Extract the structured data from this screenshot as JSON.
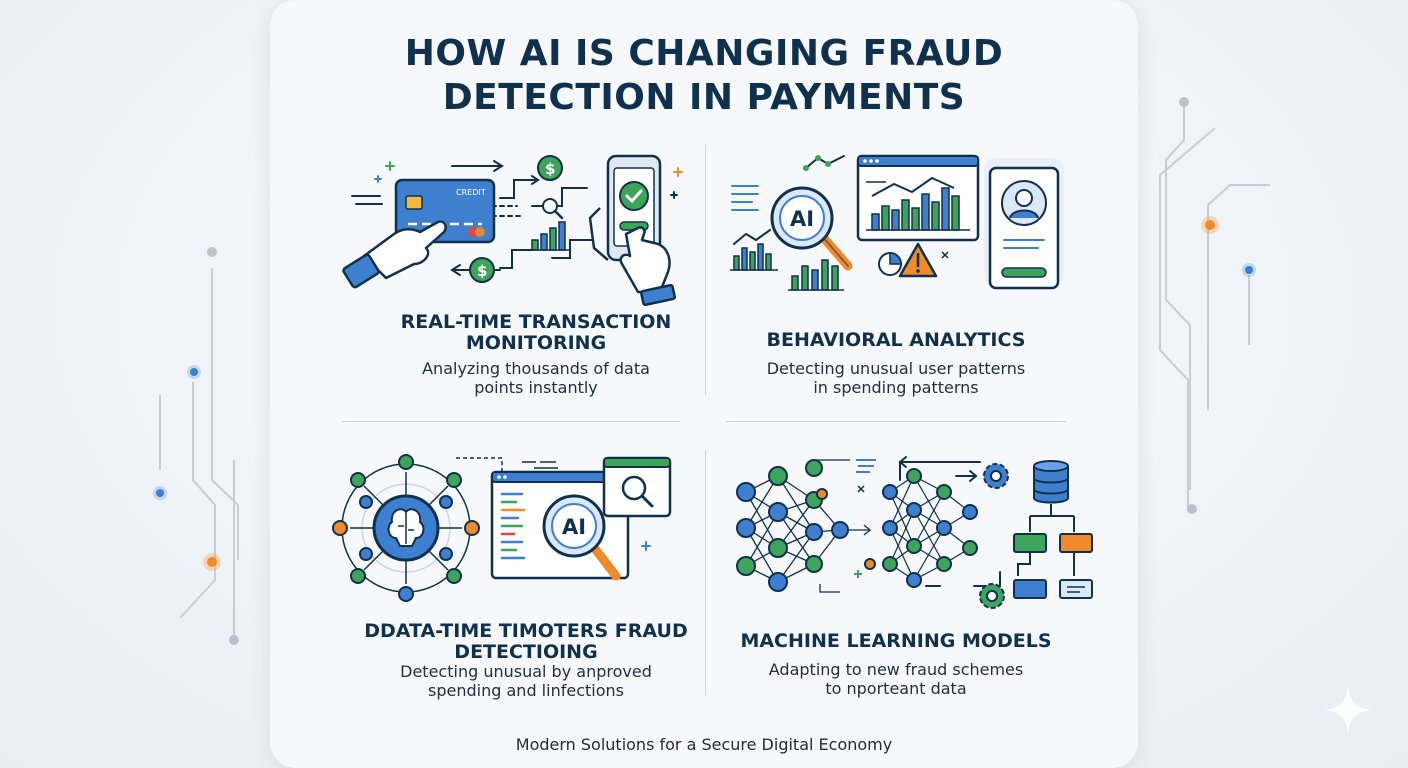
{
  "title": {
    "line1": "HOW AI IS CHANGING FRAUD",
    "line2": "DETECTION IN PAYMENTS"
  },
  "quadrants": [
    {
      "title_lines": [
        "REAL-TIME TRANSACTION",
        "MONITORING"
      ],
      "desc_lines": [
        "Analyzing thousands of data",
        "points instantly"
      ],
      "card_text": "CREDIT",
      "icons": [
        "credit-card-icon",
        "smartphone-icon",
        "dollar-coin-icon",
        "magnifier-icon",
        "checkmark-icon",
        "hand-icon",
        "bar-chart-icon"
      ]
    },
    {
      "title_lines": [
        "BEHAVIORAL ANALYTICS"
      ],
      "desc_lines": [
        "Detecting unusual user patterns",
        "in spending patterns"
      ],
      "badge_text": "AI",
      "icons": [
        "ai-magnifier-icon",
        "dashboard-window-icon",
        "user-profile-icon",
        "warning-icon",
        "pie-chart-icon",
        "line-chart-icon"
      ]
    },
    {
      "title_lines": [
        "DDATA-TIME TIMOTERS FRAUD",
        "DETECTIOING"
      ],
      "desc_lines": [
        "Detecting unusual by anproved",
        "spending and linfections"
      ],
      "badge_text": "AI",
      "icons": [
        "brain-network-icon",
        "ai-magnifier-icon",
        "browser-window-icon",
        "search-window-icon"
      ]
    },
    {
      "title_lines": [
        "MACHINE LEARNING MODELS"
      ],
      "desc_lines": [
        "Adapting to new fraud schemes",
        "to nporteant data"
      ],
      "icons": [
        "neural-network-icon",
        "gear-icon",
        "database-icon",
        "flowchart-icon"
      ]
    }
  ],
  "footer": "Modern Solutions for a Secure Digital Economy",
  "colors": {
    "navy": "#10314e",
    "blue": "#3f7fd0",
    "green": "#3ea35b",
    "orange": "#f08a2c",
    "red": "#e04646",
    "card": "#f6f8fb"
  }
}
